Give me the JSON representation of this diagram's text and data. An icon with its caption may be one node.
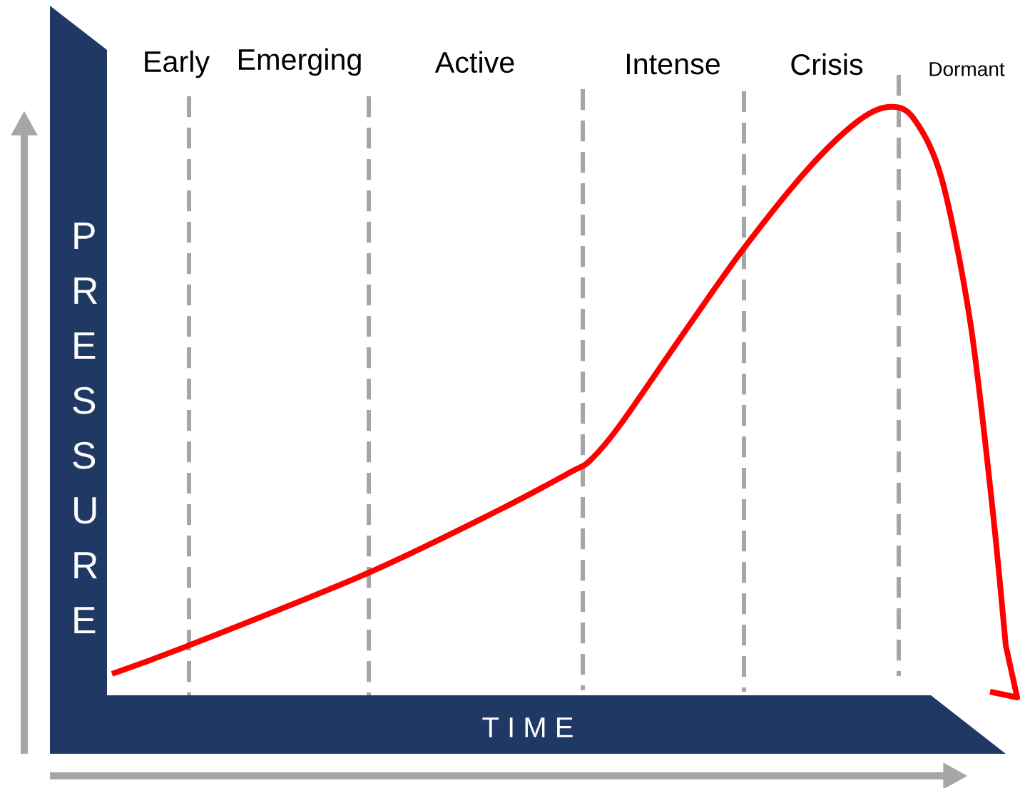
{
  "diagram": {
    "nodes": [
      {
        "text": [
          "PRESSURE",
          "T I M E"
        ]
      }
    ],
    "edges": [],
    "labels": [
      "Early",
      "Emerging",
      "Active",
      "Intense",
      "Crisis",
      "Dormant"
    ]
  }
}
